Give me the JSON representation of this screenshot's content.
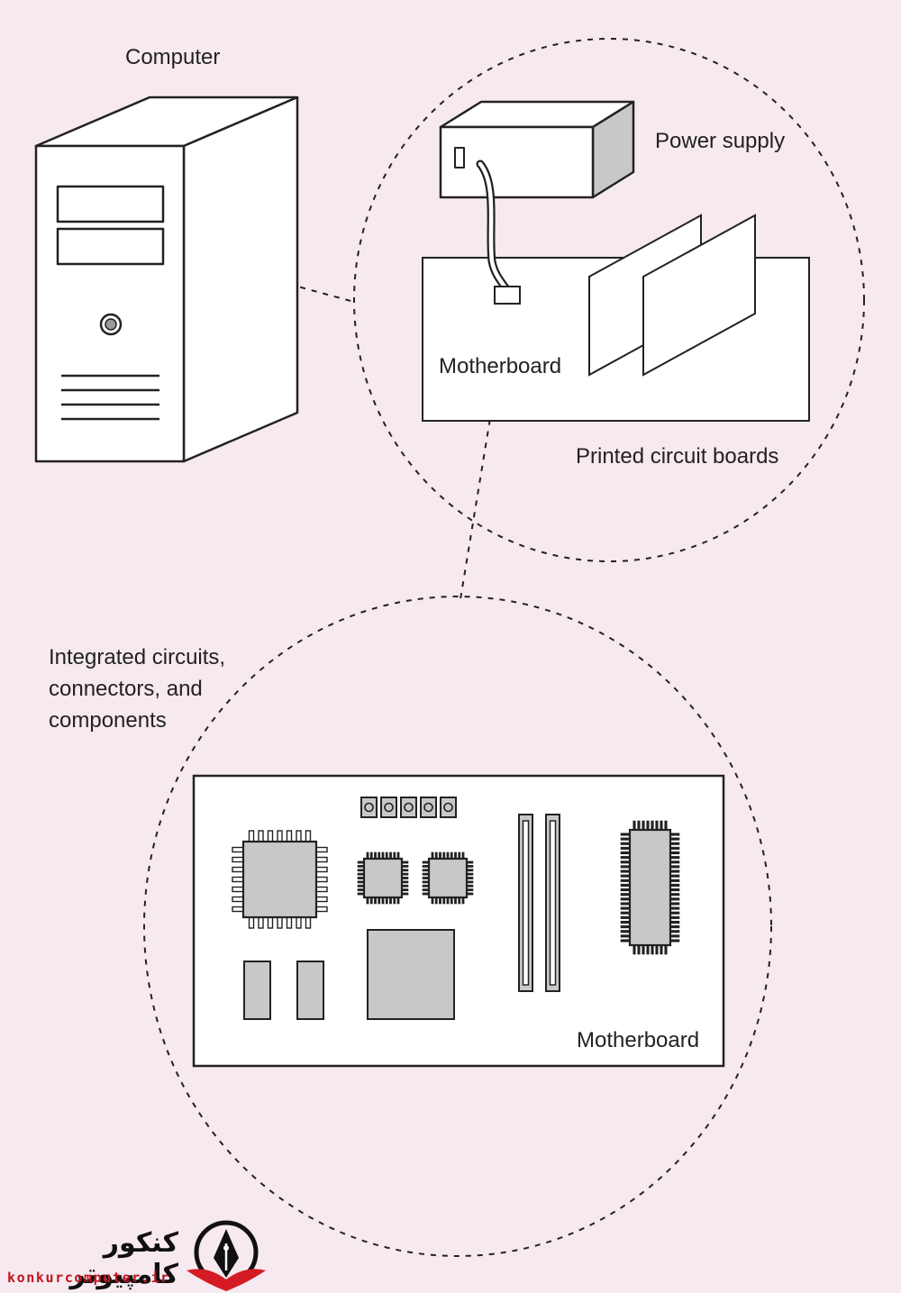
{
  "labels": {
    "computer": "Computer",
    "power_supply": "Power supply",
    "motherboard_top": "Motherboard",
    "printed_circuit_boards": "Printed circuit boards",
    "ic_line1": "Integrated circuits,",
    "ic_line2": "connectors, and",
    "ic_line3": "components",
    "motherboard_bottom": "Motherboard"
  },
  "logo": {
    "text_fa": "کنکور کامپیوتر",
    "text_en": "konkurcomputer.ir"
  },
  "colors": {
    "background": "#f7e9f0",
    "stroke": "#222222",
    "fill_white": "#ffffff",
    "fill_gray": "#c8c8c8",
    "logo_red": "#c0151d"
  }
}
